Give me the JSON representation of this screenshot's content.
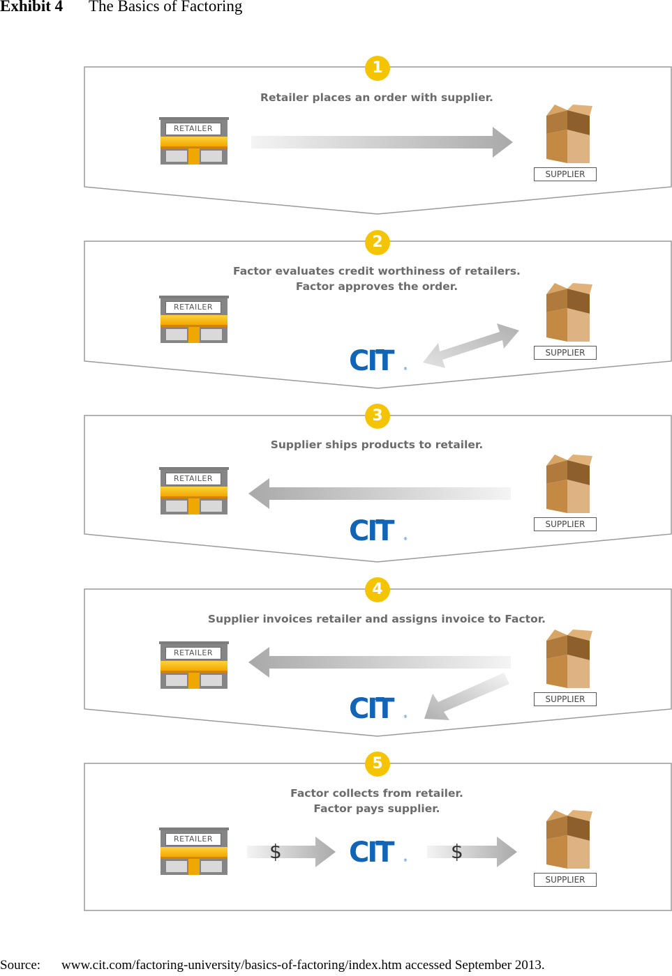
{
  "header": {
    "exhibit_label": "Exhibit 4",
    "title": "The Basics of Factoring"
  },
  "colors": {
    "badge": "#f5c400",
    "caption": "#6b6b6b",
    "cit_blue": "#1264b4",
    "awning": "#ffc20e",
    "box": "#c8924c",
    "arrow": "#bdbdbd",
    "panel_border": "#9a9a9a"
  },
  "labels": {
    "retailer": "RETAILER",
    "supplier": "SUPPLIER",
    "logo": "CIT",
    "dollar": "$"
  },
  "steps": [
    {
      "number": "1",
      "lines": [
        "Retailer places an order with supplier."
      ]
    },
    {
      "number": "2",
      "lines": [
        "Factor evaluates credit worthiness of retailers.",
        "Factor approves the order."
      ]
    },
    {
      "number": "3",
      "lines": [
        "Supplier ships products to retailer."
      ]
    },
    {
      "number": "4",
      "lines": [
        "Supplier invoices retailer and assigns invoice to Factor."
      ]
    },
    {
      "number": "5",
      "lines": [
        "Factor collects from retailer.",
        "Factor pays supplier."
      ]
    }
  ],
  "source": {
    "label": "Source:",
    "text": "www.cit.com/factoring-university/basics-of-factoring/index.htm accessed September 2013."
  }
}
